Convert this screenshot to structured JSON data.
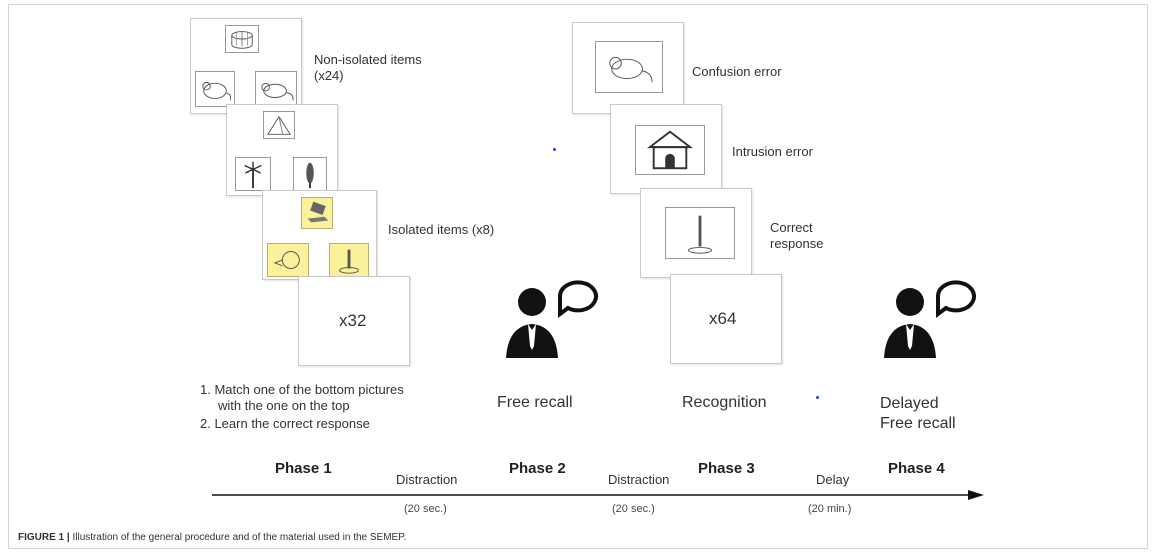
{
  "phase1": {
    "non_isolated_label": "Non-isolated items (x24)",
    "isolated_label": "Isolated items (x8)",
    "count": "x32",
    "instruction_1": "1. Match one of the bottom pictures",
    "instruction_1b": "with the one on the top",
    "instruction_2": "2. Learn the correct response",
    "phase_title": "Phase 1",
    "icons": [
      "cake-icon",
      "mouse-icon",
      "rat-icon",
      "pyramid-icon",
      "palm-tree-icon",
      "cypress-tree-icon",
      "laptop-icon",
      "light-bulb-icon",
      "candle-icon"
    ]
  },
  "phase2": {
    "stage_label": "Free recall",
    "phase_title": "Phase 2"
  },
  "phase3": {
    "confusion_label": "Confusion error",
    "intrusion_label": "Intrusion error",
    "correct_label_1": "Correct",
    "correct_label_2": "response",
    "count": "x64",
    "stage_label": "Recognition",
    "phase_title": "Phase 3",
    "icons": [
      "rat-icon",
      "doghouse-icon",
      "candle-icon"
    ]
  },
  "phase4": {
    "stage_label_1": "Delayed",
    "stage_label_2": "Free recall",
    "phase_title": "Phase 4"
  },
  "timeline": {
    "distraction_1": "Distraction",
    "distraction_1_time": "(20 sec.)",
    "distraction_2": "Distraction",
    "distraction_2_time": "(20 sec.)",
    "delay": "Delay",
    "delay_time": "(20 min.)"
  },
  "caption": {
    "label": "FIGURE 1 |",
    "text": "Illustration of the general procedure and of the material used in the SEMEP."
  },
  "colors": {
    "highlight_yellow": "#fbf19a",
    "dot_blue": "#2a3cff"
  }
}
